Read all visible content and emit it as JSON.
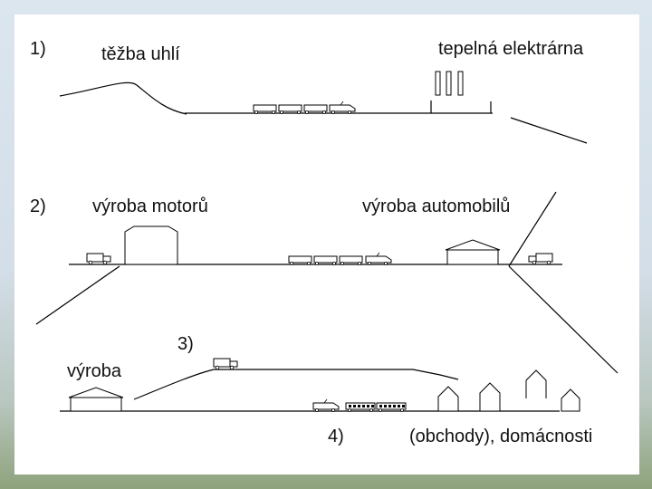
{
  "labels": {
    "n1": "1)",
    "coal_mining": "těžba uhlí",
    "power_plant": "tepelná elektrárna",
    "n2": "2)",
    "engine_production": "výroba motorů",
    "car_production": "výroba automobilů",
    "n3": "3)",
    "production": "výroba",
    "n4": "4)",
    "shops_households": "(obchody), domácnosti"
  },
  "colors": {
    "line": "#000000",
    "slide_background": "#ffffff",
    "page_background": "#d3dee8",
    "bottom_band": "#8ea37c"
  }
}
